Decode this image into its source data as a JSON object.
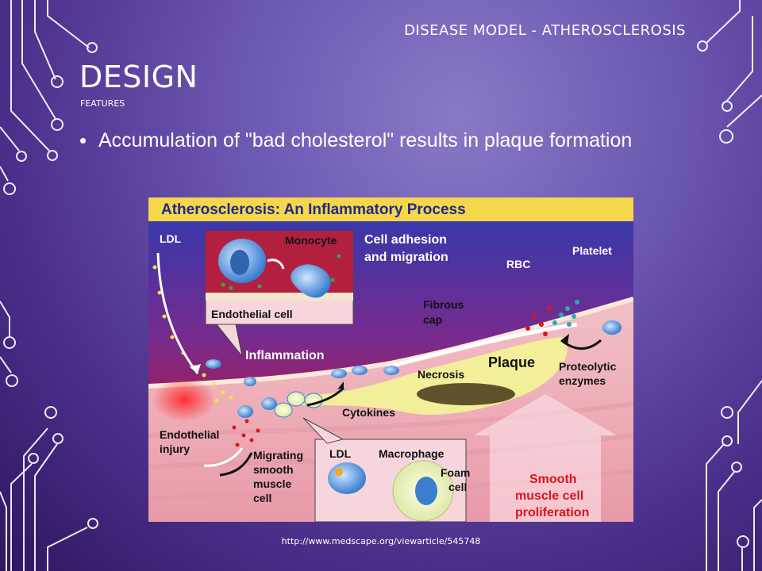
{
  "slide": {
    "tag": "DISEASE MODEL - ATHEROSCLEROSIS",
    "title": "DESIGN",
    "subtitle": "FEATURES",
    "bullet": "Accumulation of \"bad cholesterol\" results in plaque formation",
    "source": "http://www.medscape.org/viewarticle/545748"
  },
  "figure": {
    "title": "Atherosclerosis: An Inflammatory Process",
    "labels": {
      "ldl": "LDL",
      "monocyte": "Monocyte",
      "cell_adhesion_1": "Cell adhesion",
      "cell_adhesion_2": "and migration",
      "endothelial_cell": "Endothelial cell",
      "inflammation": "Inflammation",
      "rbc": "RBC",
      "platelet": "Platelet",
      "fibrous_1": "Fibrous",
      "fibrous_2": "cap",
      "necrosis": "Necrosis",
      "plaque": "Plaque",
      "proteolytic_1": "Proteolytic",
      "proteolytic_2": "enzymes",
      "cytokines": "Cytokines",
      "endothelial_injury_1": "Endothelial",
      "endothelial_injury_2": "injury",
      "migrating_1": "Migrating",
      "migrating_2": "smooth",
      "migrating_3": "muscle",
      "migrating_4": "cell",
      "inset_ldl": "LDL",
      "macrophage": "Macrophage",
      "foam_1": "Foam",
      "foam_2": "cell",
      "smc_1": "Smooth",
      "smc_2": "muscle cell",
      "smc_3": "proliferation"
    },
    "colors": {
      "title": "#1f2a8c",
      "red_label": "#d8151e",
      "plaque": "#f3ee9a",
      "tissue": "#f0b7c2"
    }
  }
}
